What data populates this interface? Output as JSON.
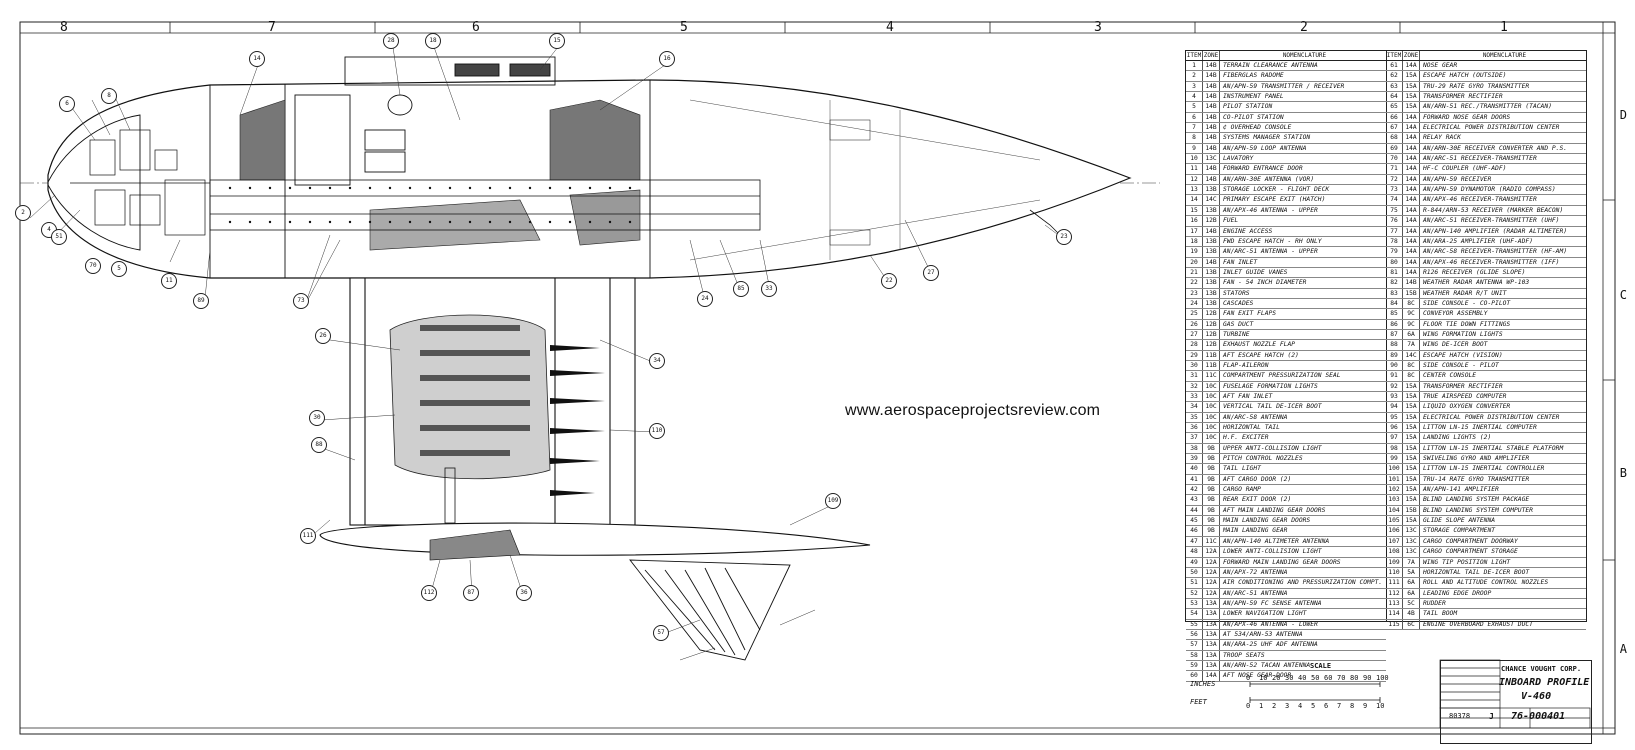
{
  "watermark": "www.aerospaceprojectsreview.com",
  "zones_top": [
    "8",
    "7",
    "6",
    "5",
    "4",
    "3",
    "2",
    "1"
  ],
  "zones_side": [
    "D",
    "C",
    "B",
    "A"
  ],
  "table_headers": {
    "item": "ITEM",
    "zone": "ZONE",
    "name": "NOMENCLATURE"
  },
  "items_left": [
    [
      "1",
      "14B",
      "TERRAIN CLEARANCE ANTENNA"
    ],
    [
      "2",
      "14B",
      "FIBERGLAS RADOME"
    ],
    [
      "3",
      "14B",
      "AN/APN-59 TRANSMITTER / RECEIVER"
    ],
    [
      "4",
      "14B",
      "INSTRUMENT PANEL"
    ],
    [
      "5",
      "14B",
      "PILOT STATION"
    ],
    [
      "6",
      "14B",
      "CO-PILOT STATION"
    ],
    [
      "7",
      "14B",
      "¢ OVERHEAD CONSOLE"
    ],
    [
      "8",
      "14B",
      "SYSTEMS MANAGER STATION"
    ],
    [
      "9",
      "14B",
      "AN/APN-59 LOOP ANTENNA"
    ],
    [
      "10",
      "13C",
      "LAVATORY"
    ],
    [
      "11",
      "14B",
      "FORWARD ENTRANCE DOOR"
    ],
    [
      "12",
      "14B",
      "AN/ARN-30E ANTENNA (VOR)"
    ],
    [
      "13",
      "13B",
      "STORAGE LOCKER - FLIGHT DECK"
    ],
    [
      "14",
      "14C",
      "PRIMARY ESCAPE EXIT (HATCH)"
    ],
    [
      "15",
      "13B",
      "AN/APX-46 ANTENNA - UPPER"
    ],
    [
      "16",
      "12B",
      "FUEL"
    ],
    [
      "17",
      "14B",
      "ENGINE ACCESS"
    ],
    [
      "18",
      "13B",
      "FWD ESCAPE HATCH - RH ONLY"
    ],
    [
      "19",
      "13B",
      "AN/ARC-51 ANTENNA - UPPER"
    ],
    [
      "20",
      "14B",
      "FAN INLET"
    ],
    [
      "21",
      "13B",
      "INLET GUIDE VANES"
    ],
    [
      "22",
      "13B",
      "FAN - 54 INCH DIAMETER"
    ],
    [
      "23",
      "13B",
      "STATORS"
    ],
    [
      "24",
      "13B",
      "CASCADES"
    ],
    [
      "25",
      "12B",
      "FAN EXIT FLAPS"
    ],
    [
      "26",
      "12B",
      "GAS DUCT"
    ],
    [
      "27",
      "12B",
      "TURBINE"
    ],
    [
      "28",
      "12B",
      "EXHAUST NOZZLE FLAP"
    ],
    [
      "29",
      "11B",
      "AFT ESCAPE HATCH (2)"
    ],
    [
      "30",
      "11B",
      "FLAP-AILERON"
    ],
    [
      "31",
      "11C",
      "COMPARTMENT PRESSURIZATION SEAL"
    ],
    [
      "32",
      "10C",
      "FUSELAGE FORMATION LIGHTS"
    ],
    [
      "33",
      "10C",
      "AFT FAN INLET"
    ],
    [
      "34",
      "10C",
      "VERTICAL TAIL DE-ICER BOOT"
    ],
    [
      "35",
      "10C",
      "AN/ARC-58 ANTENNA"
    ],
    [
      "36",
      "10C",
      "HORIZONTAL TAIL"
    ],
    [
      "37",
      "10C",
      "H.F. EXCITER"
    ],
    [
      "38",
      "9B",
      "UPPER ANTI-COLLISION LIGHT"
    ],
    [
      "39",
      "9B",
      "PITCH CONTROL NOZZLES"
    ],
    [
      "40",
      "9B",
      "TAIL LIGHT"
    ],
    [
      "41",
      "9B",
      "AFT CARGO DOOR (2)"
    ],
    [
      "42",
      "9B",
      "CARGO RAMP"
    ],
    [
      "43",
      "9B",
      "REAR EXIT DOOR (2)"
    ],
    [
      "44",
      "9B",
      "AFT MAIN LANDING GEAR DOORS"
    ],
    [
      "45",
      "9B",
      "MAIN LANDING GEAR DOORS"
    ],
    [
      "46",
      "9B",
      "MAIN LANDING GEAR"
    ],
    [
      "47",
      "11C",
      "AN/APN-140 ALTIMETER ANTENNA"
    ],
    [
      "48",
      "12A",
      "LOWER ANTI-COLLISION LIGHT"
    ],
    [
      "49",
      "12A",
      "FORWARD MAIN LANDING GEAR DOORS"
    ],
    [
      "50",
      "12A",
      "AN/APX-72 ANTENNA"
    ],
    [
      "51",
      "12A",
      "AIR CONDITIONING AND PRESSURIZATION COMPT."
    ],
    [
      "52",
      "12A",
      "AN/ARC-51 ANTENNA"
    ],
    [
      "53",
      "13A",
      "AN/APN-59 FC SENSE ANTENNA"
    ],
    [
      "54",
      "13A",
      "LOWER NAVIGATION LIGHT"
    ],
    [
      "55",
      "13A",
      "AN/APX-46 ANTENNA - LOWER"
    ],
    [
      "56",
      "13A",
      "AT 534/ARN-53 ANTENNA"
    ],
    [
      "57",
      "13A",
      "AN/ARA-25 UHF ADF ANTENNA"
    ],
    [
      "58",
      "13A",
      "TROOP SEATS"
    ],
    [
      "59",
      "13A",
      "AN/ARN-52 TACAN ANTENNA"
    ],
    [
      "60",
      "14A",
      "AFT NOSE GEAR DOOR"
    ]
  ],
  "items_right": [
    [
      "61",
      "14A",
      "NOSE GEAR"
    ],
    [
      "62",
      "15A",
      "ESCAPE HATCH (OUTSIDE)"
    ],
    [
      "63",
      "15A",
      "TRU-29 RATE GYRO TRANSMITTER"
    ],
    [
      "64",
      "15A",
      "TRANSFORMER RECTIFIER"
    ],
    [
      "65",
      "15A",
      "AN/ARN-51 REC./TRANSMITTER (TACAN)"
    ],
    [
      "66",
      "14A",
      "FORWARD NOSE GEAR DOORS"
    ],
    [
      "67",
      "14A",
      "ELECTRICAL POWER DISTRIBUTION CENTER"
    ],
    [
      "68",
      "14A",
      "RELAY RACK"
    ],
    [
      "69",
      "14A",
      "AN/ARN-30E RECEIVER CONVERTER AND P.S."
    ],
    [
      "70",
      "14A",
      "AN/ARC-51 RECEIVER-TRANSMITTER"
    ],
    [
      "71",
      "14A",
      "HF-C COUPLER (UHF-ADF)"
    ],
    [
      "72",
      "14A",
      "AN/APN-59 RECEIVER"
    ],
    [
      "73",
      "14A",
      "AN/APN-59 DYNAMOTOR (RADIO COMPASS)"
    ],
    [
      "74",
      "14A",
      "AN/APX-46 RECEIVER-TRANSMITTER"
    ],
    [
      "75",
      "14A",
      "R-844/ARN-53 RECEIVER (MARKER BEACON)"
    ],
    [
      "76",
      "14A",
      "AN/ARC-51 RECEIVER-TRANSMITTER (UHF)"
    ],
    [
      "77",
      "14A",
      "AN/APN-140 AMPLIFIER (RADAR ALTIMETER)"
    ],
    [
      "78",
      "14A",
      "AN/ARA-25 AMPLIFIER (UHF-ADF)"
    ],
    [
      "79",
      "14A",
      "AN/ARC-58 RECEIVER-TRANSMITTER (HF-AM)"
    ],
    [
      "80",
      "14A",
      "AN/APX-46 RECEIVER-TRANSMITTER (IFF)"
    ],
    [
      "81",
      "14A",
      "R126 RECEIVER (GLIDE SLOPE)"
    ],
    [
      "82",
      "14B",
      "WEATHER RADAR ANTENNA WP-103"
    ],
    [
      "83",
      "15B",
      "WEATHER RADAR R/T UNIT"
    ],
    [
      "84",
      "8C",
      "SIDE CONSOLE - CO-PILOT"
    ],
    [
      "85",
      "9C",
      "CONVEYOR ASSEMBLY"
    ],
    [
      "86",
      "9C",
      "FLOOR TIE DOWN FITTINGS"
    ],
    [
      "87",
      "6A",
      "WING FORMATION LIGHTS"
    ],
    [
      "88",
      "7A",
      "WING DE-ICER BOOT"
    ],
    [
      "89",
      "14C",
      "ESCAPE HATCH (VISION)"
    ],
    [
      "90",
      "8C",
      "SIDE CONSOLE - PILOT"
    ],
    [
      "91",
      "8C",
      "CENTER CONSOLE"
    ],
    [
      "92",
      "15A",
      "TRANSFORMER RECTIFIER"
    ],
    [
      "93",
      "15A",
      "TRUE AIRSPEED COMPUTER"
    ],
    [
      "94",
      "15A",
      "LIQUID OXYGEN CONVERTER"
    ],
    [
      "95",
      "15A",
      "ELECTRICAL POWER DISTRIBUTION CENTER"
    ],
    [
      "96",
      "15A",
      "LITTON LN-15 INERTIAL COMPUTER"
    ],
    [
      "97",
      "15A",
      "LANDING LIGHTS (2)"
    ],
    [
      "98",
      "15A",
      "LITTON LN-15 INERTIAL STABLE PLATFORM"
    ],
    [
      "99",
      "15A",
      "SWIVELING GYRO AND AMPLIFIER"
    ],
    [
      "100",
      "15A",
      "LITTON LN-15 INERTIAL CONTROLLER"
    ],
    [
      "101",
      "15A",
      "TRU-14 RATE GYRO TRANSMITTER"
    ],
    [
      "102",
      "15A",
      "AN/APN-141 AMPLIFIER"
    ],
    [
      "103",
      "15A",
      "BLIND LANDING SYSTEM PACKAGE"
    ],
    [
      "104",
      "15B",
      "BLIND LANDING SYSTEM COMPUTER"
    ],
    [
      "105",
      "15A",
      "GLIDE SLOPE ANTENNA"
    ],
    [
      "106",
      "13C",
      "STORAGE COMPARTMENT"
    ],
    [
      "107",
      "13C",
      "CARGO COMPARTMENT DOORWAY"
    ],
    [
      "108",
      "13C",
      "CARGO COMPARTMENT STORAGE"
    ],
    [
      "109",
      "7A",
      "WING TIP POSITION LIGHT"
    ],
    [
      "110",
      "5A",
      "HORIZONTAL TAIL DE-ICER BOOT"
    ],
    [
      "111",
      "6A",
      "ROLL AND ALTITUDE CONTROL NOZZLES"
    ],
    [
      "112",
      "6A",
      "LEADING EDGE DROOP"
    ],
    [
      "113",
      "5C",
      "RUDDER"
    ],
    [
      "114",
      "4B",
      "TAIL BOOM"
    ],
    [
      "115",
      "6C",
      "ENGINE OVERBOARD EXHAUST DUCT"
    ]
  ],
  "scale": {
    "title": "SCALE",
    "inches_label": "INCHES",
    "feet_label": "FEET",
    "inches_ticks": [
      "0",
      "10",
      "20",
      "30",
      "40",
      "50",
      "60",
      "70",
      "80",
      "90",
      "100"
    ],
    "feet_ticks": [
      "0",
      "1",
      "2",
      "3",
      "4",
      "5",
      "6",
      "7",
      "8",
      "9",
      "10"
    ]
  },
  "title_block": {
    "company": "CHANCE VOUGHT CORP.",
    "title": "INBOARD PROFILE",
    "model": "V-460",
    "code_ident": "80378",
    "size": "J",
    "drawing_number": "76-000401"
  },
  "callouts": [
    "2",
    "4",
    "5",
    "6",
    "8",
    "51",
    "70",
    "11",
    "89",
    "28",
    "18",
    "14",
    "15",
    "16",
    "73",
    "24",
    "85",
    "33",
    "22",
    "27",
    "23",
    "26",
    "34",
    "30",
    "88",
    "110",
    "109",
    "111",
    "112",
    "87",
    "36",
    "57"
  ]
}
